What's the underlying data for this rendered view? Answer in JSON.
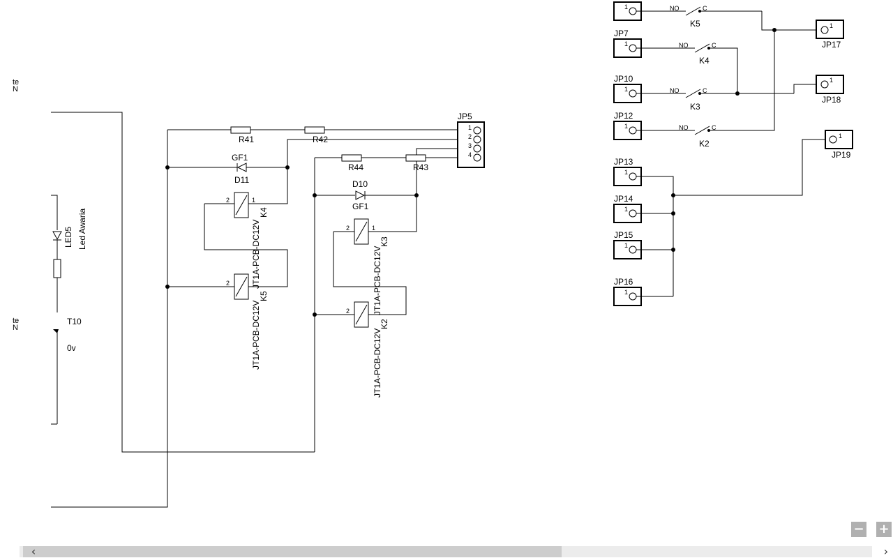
{
  "left_fragments": {
    "top": "te",
    "top2": "N",
    "bottom": "te",
    "bottom2": "N"
  },
  "led": {
    "ref": "LED5",
    "label": "Led Awaria"
  },
  "transistor": {
    "ref": "T10",
    "net": "0v"
  },
  "resistors": {
    "r41": "R41",
    "r42": "R42",
    "r43": "R43",
    "r44": "R44"
  },
  "diodes": {
    "d11": {
      "ref": "D11",
      "value": "GF1"
    },
    "d10": {
      "ref": "D10",
      "value": "GF1"
    }
  },
  "relays": {
    "k4": {
      "ref": "K4",
      "part": "JT1A-PCB-DC12V"
    },
    "k5": {
      "ref": "K5",
      "part": "JT1A-PCB-DC12V"
    },
    "k3": {
      "ref": "K3",
      "part": "JT1A-PCB-DC12V"
    },
    "k2": {
      "ref": "K2",
      "part": "JT1A-PCB-DC12V"
    },
    "pin1": "1",
    "pin2": "2"
  },
  "jp5": {
    "ref": "JP5",
    "pins": [
      "1",
      "2",
      "3",
      "4"
    ]
  },
  "contacts": {
    "no": "NO",
    "c": "C",
    "k5": "K5",
    "k4": "K4",
    "k3": "K3",
    "k2": "K2"
  },
  "connectors": {
    "pin": "1",
    "jp7": "JP7",
    "jp10": "JP10",
    "jp12": "JP12",
    "jp13": "JP13",
    "jp14": "JP14",
    "jp15": "JP15",
    "jp16": "JP16",
    "jp17": "JP17",
    "jp18": "JP18",
    "jp19": "JP19"
  },
  "zoom": {
    "out": "−",
    "in": "+"
  },
  "scroll": {
    "left": "‹",
    "right": "›"
  }
}
